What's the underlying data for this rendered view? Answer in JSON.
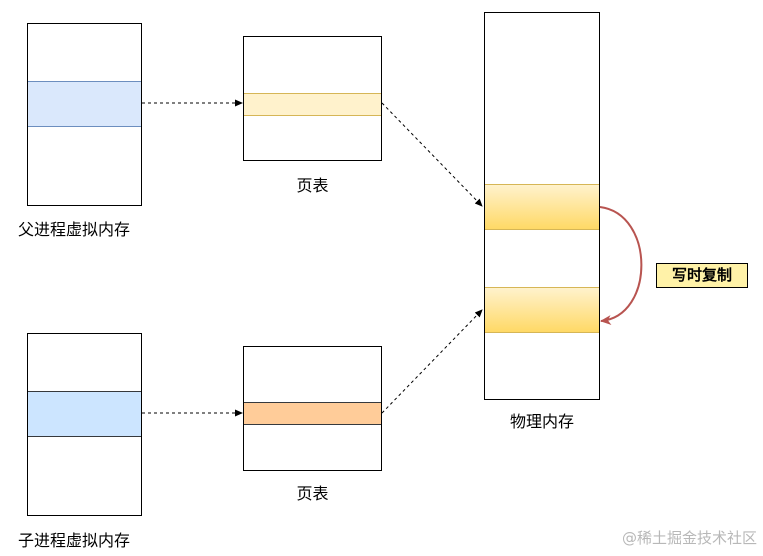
{
  "parent_vm": {
    "label": "父进程虚拟内存"
  },
  "child_vm": {
    "label": "子进程虚拟内存"
  },
  "parent_page_table": {
    "label": "页表"
  },
  "child_page_table": {
    "label": "页表"
  },
  "physical_memory": {
    "label": "物理内存"
  },
  "cow": {
    "label": "写时复制"
  },
  "watermark": "@稀土掘金技术社区",
  "colors": {
    "parent_vm_band": "#dae8fc",
    "child_vm_band": "#cce5ff",
    "parent_pt_band": "#fff2cc",
    "child_pt_band": "#ffcc99",
    "phys_band_top": "#fff2cc",
    "phys_band_bottom": "#ffd966",
    "cow_arrow": "#b85450",
    "callout_fill": "#fff2a8"
  }
}
